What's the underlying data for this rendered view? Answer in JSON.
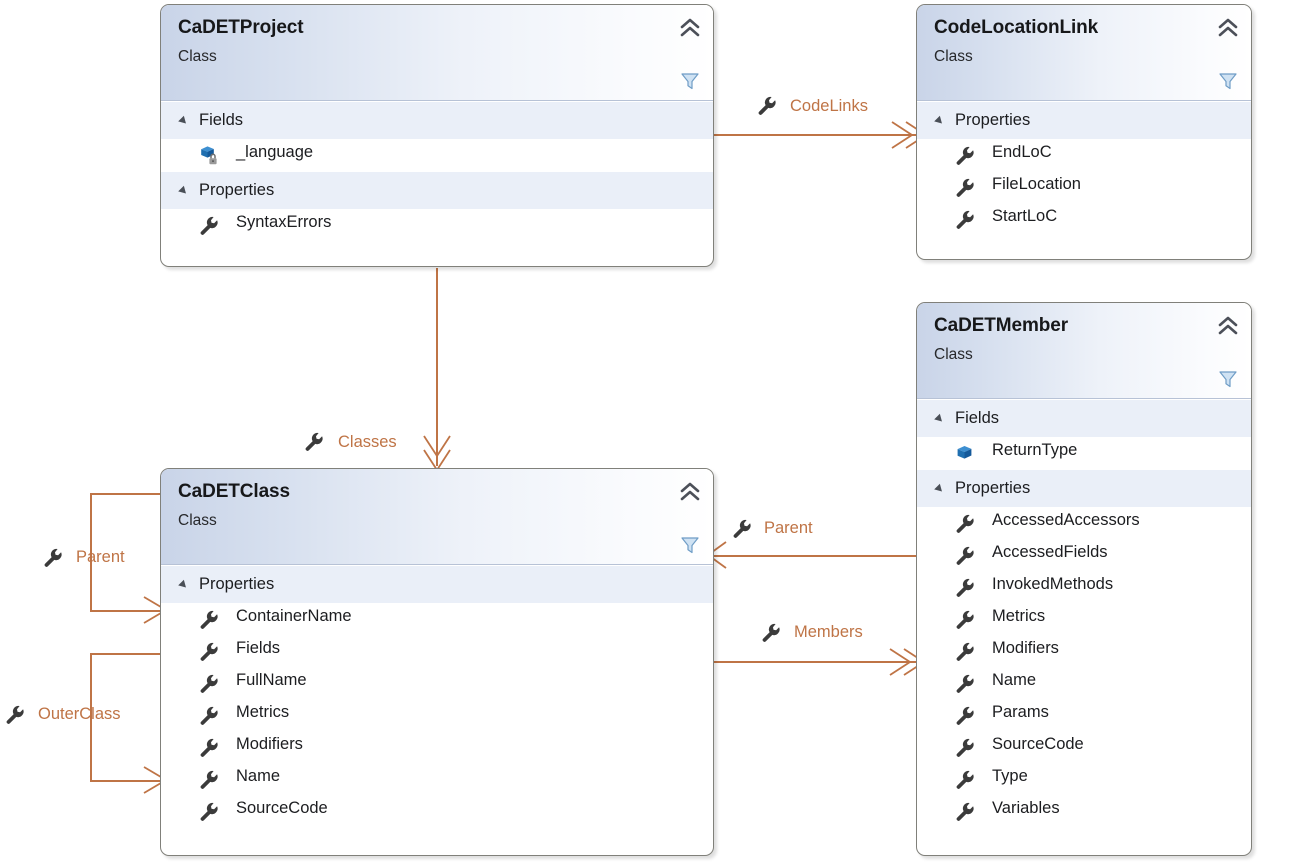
{
  "diagram": {
    "kind": "uml-class-diagram",
    "accent_color": "#bf7446",
    "header_gradient_start": "#c9d4e8",
    "header_gradient_end": "#ffffff",
    "group_row_color": "#eaeff8",
    "border_color": "#80807a"
  },
  "classes": [
    {
      "id": "cadetproject",
      "name": "CaDETProject",
      "stereotype": "Class",
      "groups": [
        {
          "label": "Fields",
          "members": [
            {
              "name": "_language",
              "icon": "field-private-icon"
            }
          ]
        },
        {
          "label": "Properties",
          "members": [
            {
              "name": "SyntaxErrors",
              "icon": "property-icon"
            }
          ]
        }
      ]
    },
    {
      "id": "codelocationlink",
      "name": "CodeLocationLink",
      "stereotype": "Class",
      "groups": [
        {
          "label": "Properties",
          "members": [
            {
              "name": "EndLoC",
              "icon": "property-icon"
            },
            {
              "name": "FileLocation",
              "icon": "property-icon"
            },
            {
              "name": "StartLoC",
              "icon": "property-icon"
            }
          ]
        }
      ]
    },
    {
      "id": "cadetmember",
      "name": "CaDETMember",
      "stereotype": "Class",
      "groups": [
        {
          "label": "Fields",
          "members": [
            {
              "name": "ReturnType",
              "icon": "field-public-icon"
            }
          ]
        },
        {
          "label": "Properties",
          "members": [
            {
              "name": "AccessedAccessors",
              "icon": "property-icon"
            },
            {
              "name": "AccessedFields",
              "icon": "property-icon"
            },
            {
              "name": "InvokedMethods",
              "icon": "property-icon"
            },
            {
              "name": "Metrics",
              "icon": "property-icon"
            },
            {
              "name": "Modifiers",
              "icon": "property-icon"
            },
            {
              "name": "Name",
              "icon": "property-icon"
            },
            {
              "name": "Params",
              "icon": "property-icon"
            },
            {
              "name": "SourceCode",
              "icon": "property-icon"
            },
            {
              "name": "Type",
              "icon": "property-icon"
            },
            {
              "name": "Variables",
              "icon": "property-icon"
            }
          ]
        }
      ]
    },
    {
      "id": "cadetclass",
      "name": "CaDETClass",
      "stereotype": "Class",
      "groups": [
        {
          "label": "Properties",
          "members": [
            {
              "name": "ContainerName",
              "icon": "property-icon"
            },
            {
              "name": "Fields",
              "icon": "property-icon"
            },
            {
              "name": "FullName",
              "icon": "property-icon"
            },
            {
              "name": "Metrics",
              "icon": "property-icon"
            },
            {
              "name": "Modifiers",
              "icon": "property-icon"
            },
            {
              "name": "Name",
              "icon": "property-icon"
            },
            {
              "name": "SourceCode",
              "icon": "property-icon"
            }
          ]
        }
      ]
    }
  ],
  "associations": [
    {
      "id": "codelinks",
      "label": "CodeLinks",
      "from": "CaDETProject",
      "to": "CodeLocationLink",
      "arrow": "double",
      "direction": "right"
    },
    {
      "id": "classes",
      "label": "Classes",
      "from": "CaDETProject",
      "to": "CaDETClass",
      "arrow": "double",
      "direction": "down"
    },
    {
      "id": "parent-m",
      "label": "Parent",
      "from": "CaDETMember",
      "to": "CaDETClass",
      "arrow": "single",
      "direction": "left"
    },
    {
      "id": "members",
      "label": "Members",
      "from": "CaDETClass",
      "to": "CaDETMember",
      "arrow": "double",
      "direction": "right"
    },
    {
      "id": "parent-c",
      "label": "Parent",
      "from": "CaDETClass",
      "to": "CaDETClass",
      "arrow": "single",
      "direction": "self"
    },
    {
      "id": "outerclass",
      "label": "OuterClass",
      "from": "CaDETClass",
      "to": "CaDETClass",
      "arrow": "single",
      "direction": "self"
    }
  ],
  "icons": {
    "collapse": "chevron-double-up-icon",
    "filter": "filter-funnel-icon",
    "property": "wrench-icon",
    "field_public": "cube-icon",
    "field_private": "cube-lock-icon",
    "expander": "triangle-expander-icon"
  }
}
